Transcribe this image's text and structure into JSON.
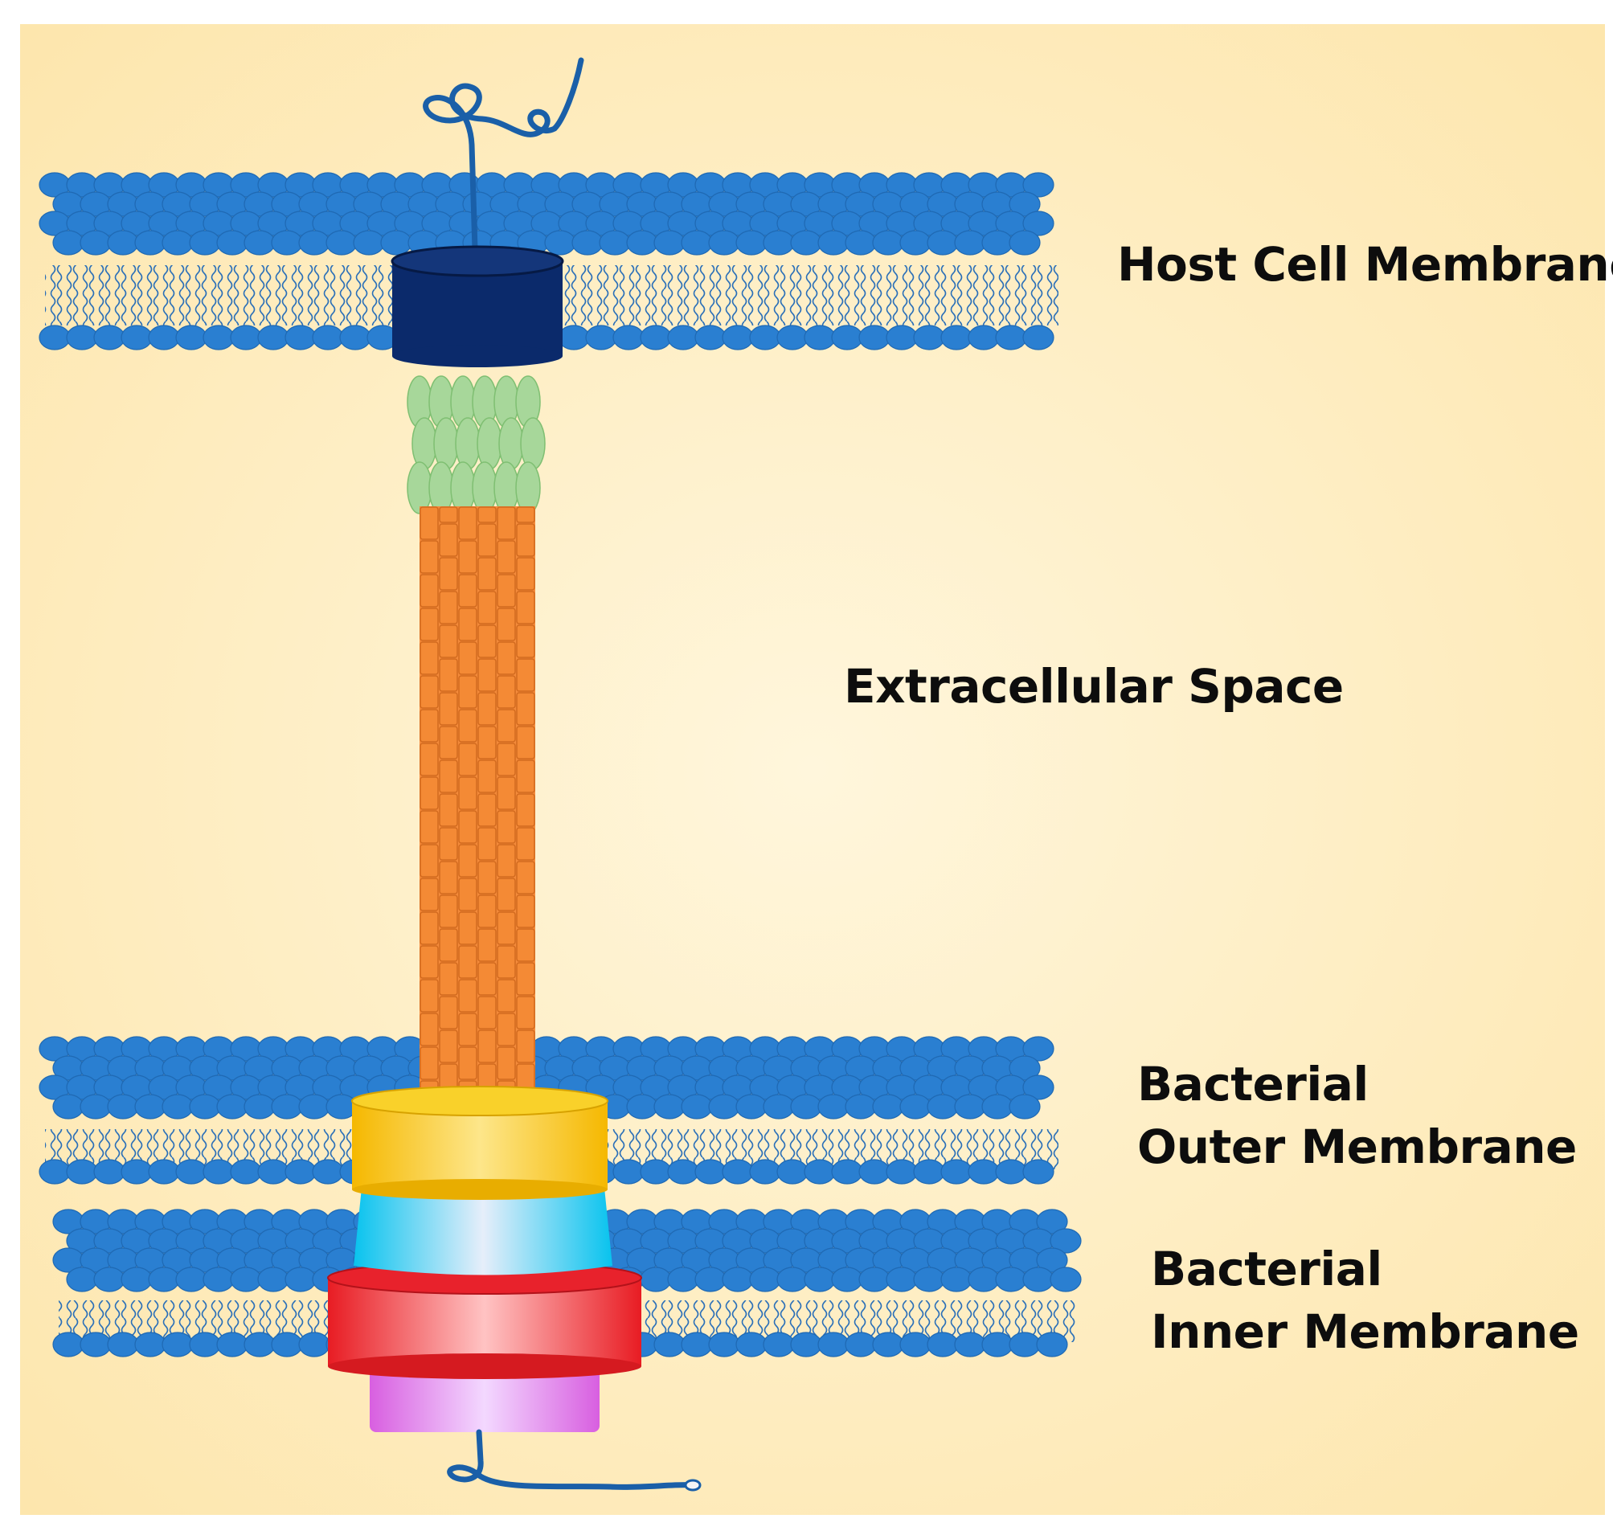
{
  "labels": {
    "host_cell_membrane": "Host Cell Membrane",
    "extracellular_space": "Extracellular Space",
    "bacterial_outer_membrane": [
      "Bacterial",
      "Outer Membrane"
    ],
    "bacterial_inner_membrane": [
      "Bacterial",
      "Inner Membrane"
    ]
  },
  "colors": {
    "background_edge": "#fde9b6",
    "background_center": "#fff3d2",
    "lipid_head": "#2a7fd1",
    "lipid_tail": "#2a6fb8",
    "translocon": "#0b2a6b",
    "tip_complex": "#a7d79a",
    "needle": "#f38a3b",
    "outer_ring": "#f8c81c",
    "neck": "#19c8f0",
    "inner_ring": "#e8222c",
    "cytoplasmic_base": "#e070e8",
    "effector_strand": "#1a5fa8"
  }
}
